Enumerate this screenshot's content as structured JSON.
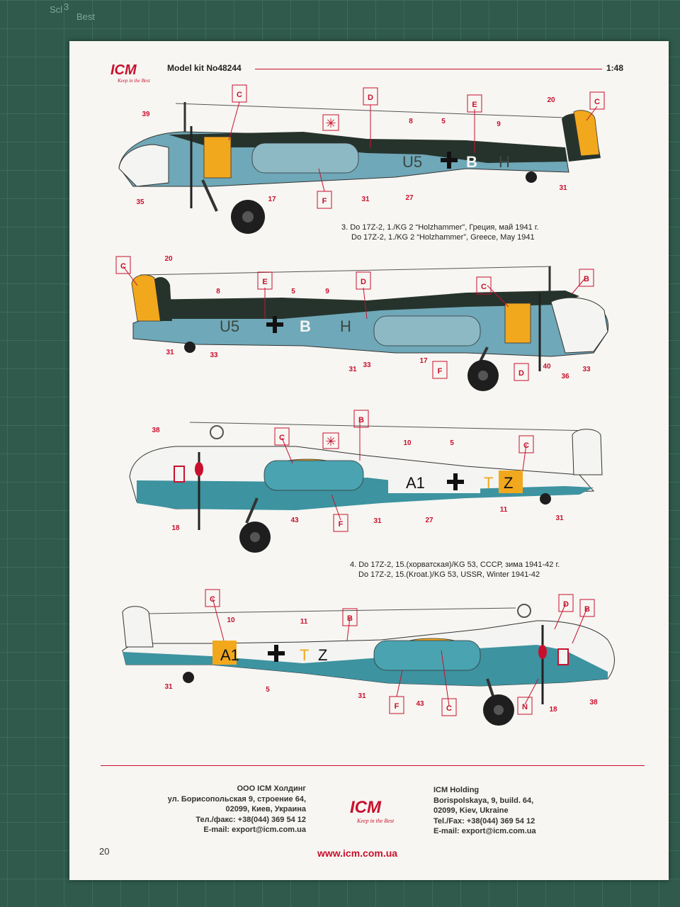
{
  "background": {
    "mat_text": [
      "Scl",
      "3",
      "Best"
    ]
  },
  "header": {
    "brand": "ICM",
    "tagline": "Keep in the Best",
    "kit_label": "Model kit No48244",
    "scale": "1:48"
  },
  "profile3": {
    "caption_ru": "3. Do 17Z-2, 1./KG 2 “Holzhammer”, Греция, май 1941 г.",
    "caption_en": "Do 17Z-2, 1./KG 2 “Holzhammer”, Greece, May 1941",
    "code_left": "U5",
    "code_right": "B",
    "code_tail": "H"
  },
  "profile4": {
    "caption_ru": "4. Do 17Z-2, 15.(хорватская)/KG 53, СССР, зима 1941-42 г.",
    "caption_en": "Do 17Z-2, 15.(Kroat.)/KG 53, USSR, Winter 1941-42",
    "code_left": "A1",
    "code_right": "T",
    "code_tail": "Z"
  },
  "callouts": {
    "p1": {
      "letters": [
        "C",
        "D",
        "E",
        "C",
        "F"
      ],
      "numbers": [
        "39",
        "35",
        "17",
        "8",
        "5",
        "9",
        "31",
        "27",
        "20",
        "31"
      ]
    },
    "p2": {
      "letters": [
        "C",
        "E",
        "D",
        "C",
        "B",
        "F",
        "D"
      ],
      "numbers": [
        "20",
        "8",
        "5",
        "9",
        "31",
        "33",
        "31",
        "33",
        "17",
        "40",
        "36",
        "33"
      ]
    },
    "p3": {
      "letters": [
        "C",
        "B",
        "C",
        "F"
      ],
      "numbers": [
        "38",
        "18",
        "43",
        "10",
        "5",
        "31",
        "27",
        "11",
        "31"
      ]
    },
    "p4": {
      "letters": [
        "C",
        "B",
        "F",
        "C",
        "N",
        "D",
        "B"
      ],
      "numbers": [
        "10",
        "11",
        "31",
        "5",
        "31",
        "43",
        "18",
        "38"
      ]
    }
  },
  "footer": {
    "ru_lines": [
      "ООО ICM Холдинг",
      "ул. Борисопольская 9, строение 64,",
      "02099, Киев, Украина",
      "Тел./факс: +38(044) 369 54 12",
      "E-mail: export@icm.com.ua"
    ],
    "en_lines": [
      "ICM Holding",
      "Borispolskaya, 9, build. 64,",
      "02099, Kiev, Ukraine",
      "Tel./Fax: +38(044) 369 54 12",
      "E-mail: export@icm.com.ua"
    ],
    "website": "www.icm.com.ua",
    "page_number": "20"
  },
  "colors": {
    "red": "#c8102e",
    "dark_green": "#26332c",
    "light_blue": "#6fa8b8",
    "yellow": "#f2a81d",
    "white": "#f4f4f2",
    "teal": "#3d93a0"
  }
}
